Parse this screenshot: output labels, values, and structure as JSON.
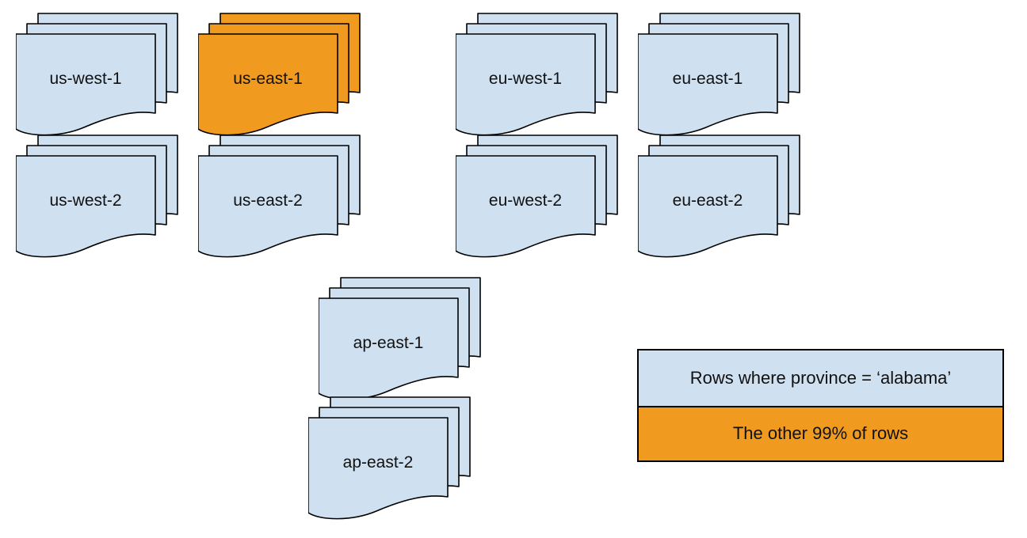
{
  "diagram": {
    "title": "",
    "stacks": [
      {
        "id": "us-west-1",
        "label": "us-west-1",
        "variant": "normal"
      },
      {
        "id": "us-east-1",
        "label": "us-east-1",
        "variant": "highlight"
      },
      {
        "id": "eu-west-1",
        "label": "eu-west-1",
        "variant": "normal"
      },
      {
        "id": "eu-east-1",
        "label": "eu-east-1",
        "variant": "normal"
      },
      {
        "id": "us-west-2",
        "label": "us-west-2",
        "variant": "normal"
      },
      {
        "id": "us-east-2",
        "label": "us-east-2",
        "variant": "normal"
      },
      {
        "id": "eu-west-2",
        "label": "eu-west-2",
        "variant": "normal"
      },
      {
        "id": "eu-east-2",
        "label": "eu-east-2",
        "variant": "normal"
      },
      {
        "id": "ap-east-1",
        "label": "ap-east-1",
        "variant": "normal"
      },
      {
        "id": "ap-east-2",
        "label": "ap-east-2",
        "variant": "normal"
      }
    ],
    "legend": {
      "rows": [
        {
          "label": "Rows where province = ‘alabama’",
          "variant": "normal"
        },
        {
          "label": "The other 99% of rows",
          "variant": "highlight"
        }
      ]
    },
    "colors": {
      "normal_fill": "#cfe0f1",
      "highlight_fill": "#f09b20",
      "stroke": "#000000",
      "text": "#111111"
    }
  }
}
